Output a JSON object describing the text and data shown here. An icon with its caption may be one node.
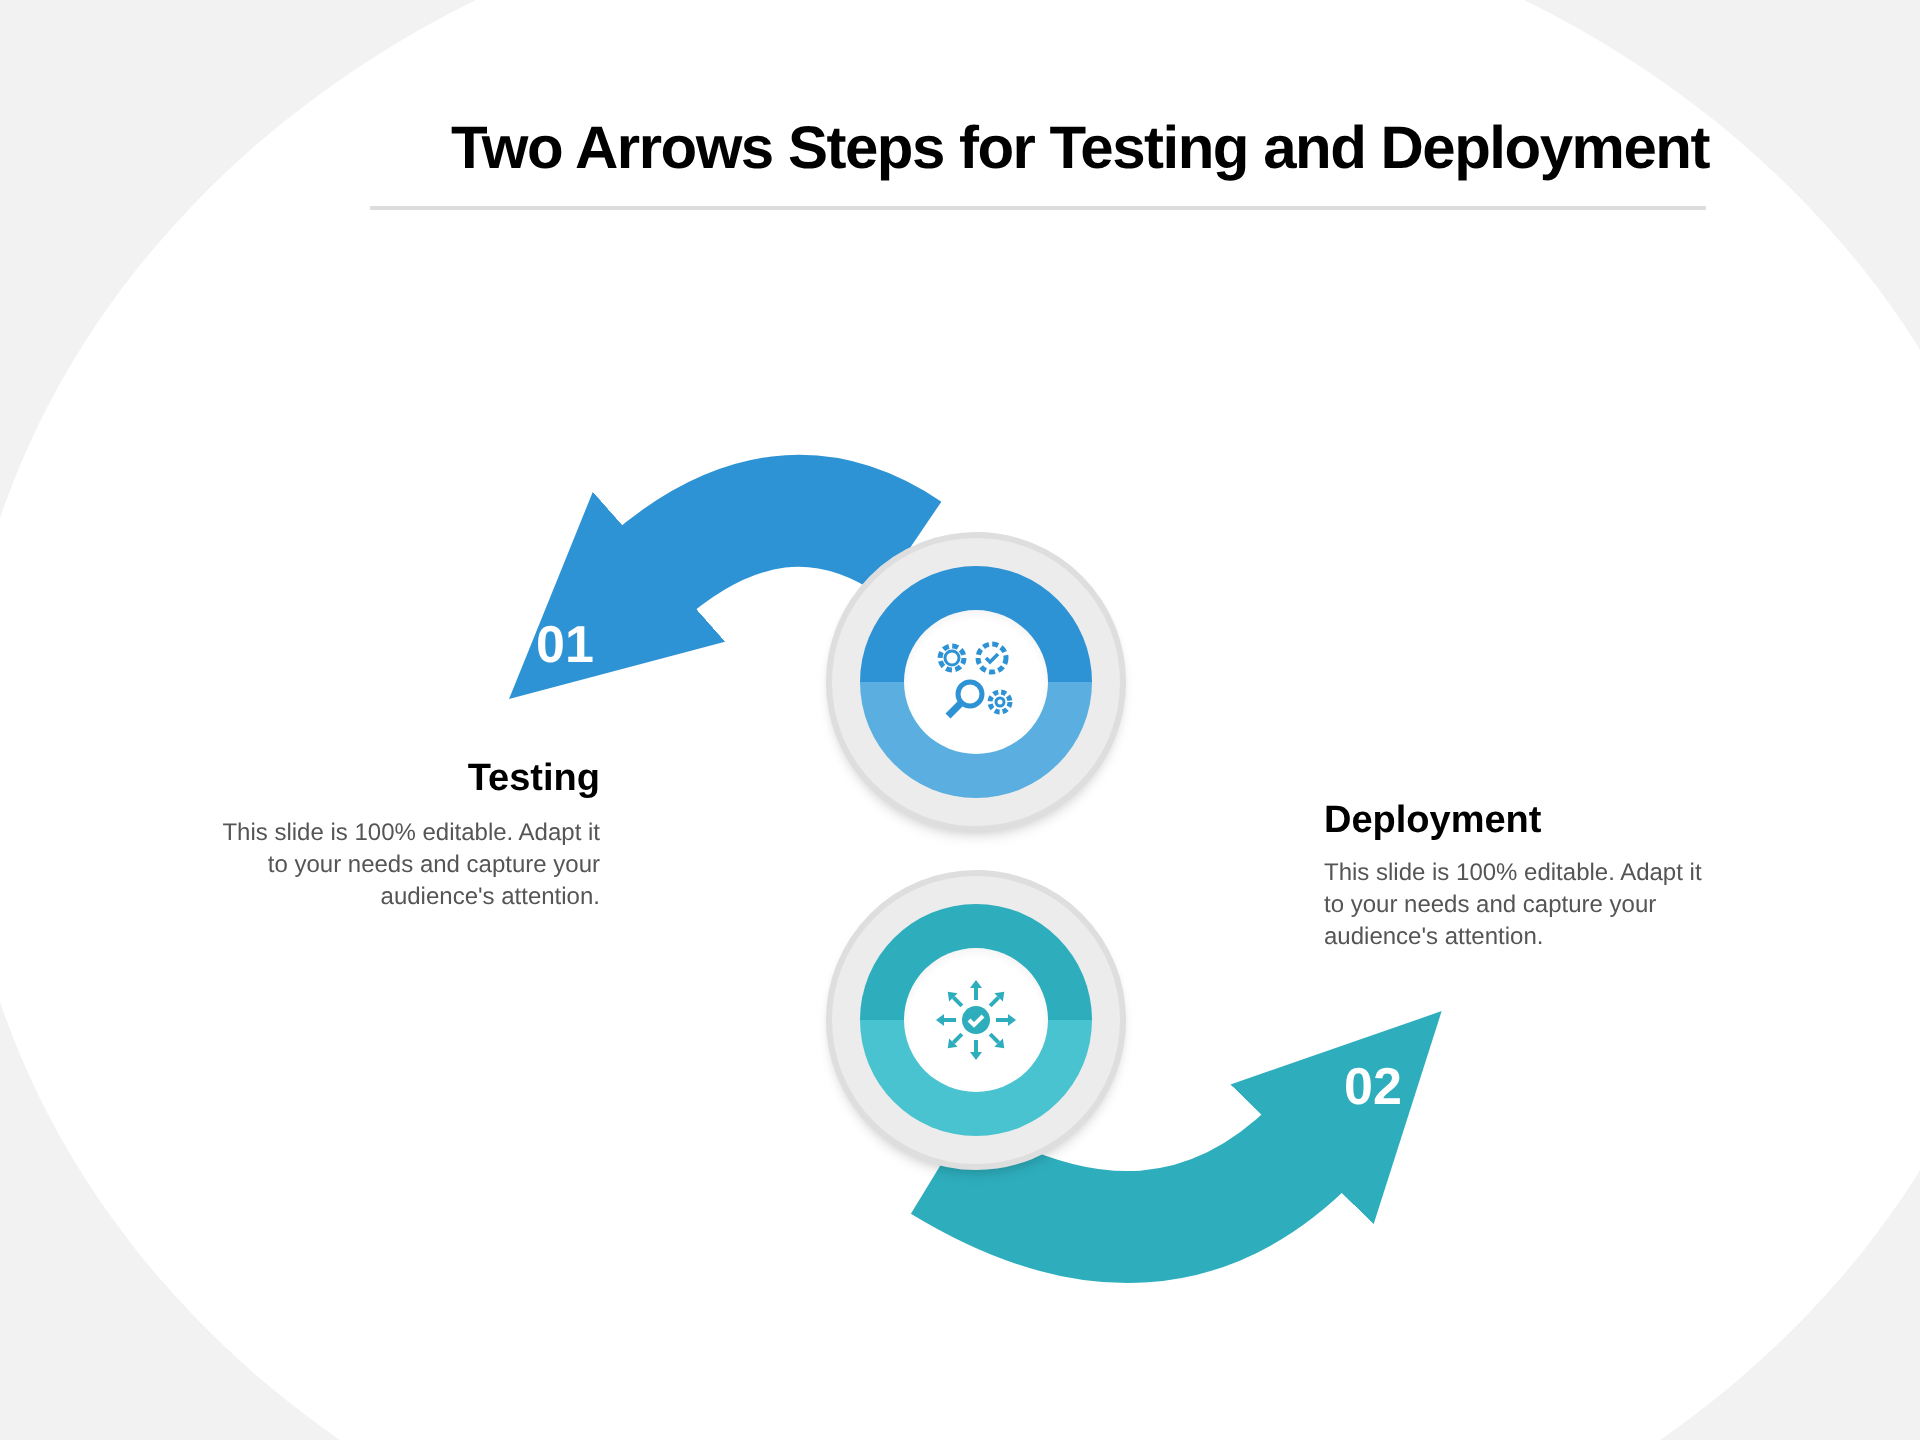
{
  "diagram": {
    "title": "Two Arrows Steps for Testing and Deployment",
    "nodes": [
      {
        "text": [],
        "shape": "circle"
      },
      {
        "text": [],
        "shape": "circle"
      }
    ],
    "labels": [
      "01",
      "Testing",
      "This slide is 100% editable. Adapt it to your needs and capture your audience's attention.",
      "02",
      "Deployment",
      "This slide is 100% editable. Adapt it to your needs and capture your audience's attention."
    ]
  }
}
